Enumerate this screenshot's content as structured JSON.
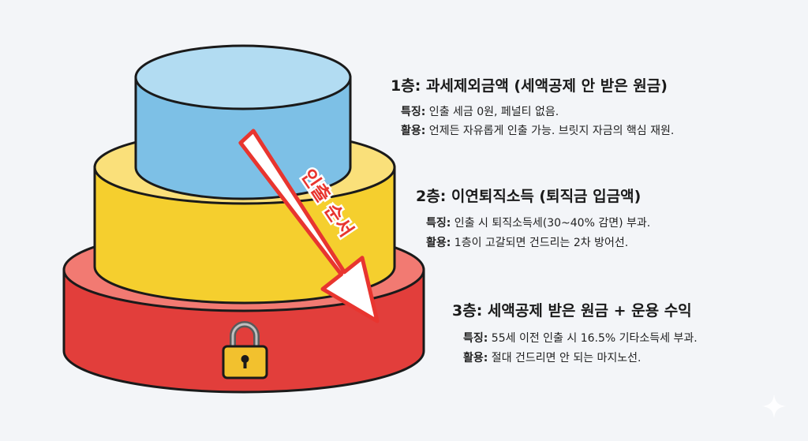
{
  "arrow_label": "인출 순서",
  "tiers": [
    {
      "title": "1층: 과세제외금액 (세액공제 안 받은 원금)",
      "feature_key": "특징:",
      "feature_text": " 인출 세금 0원, 페널티 없음.",
      "usage_key": "활용:",
      "usage_text": " 언제든 자유롭게 인출 가능. 브릿지 자금의 핵심 재원.",
      "color": "#a9d8ef"
    },
    {
      "title": "2층: 이연퇴직소득 (퇴직금 입금액)",
      "feature_key": "특징:",
      "feature_text": " 인출 시 퇴직소득세(30~40% 감면) 부과.",
      "usage_key": "활용:",
      "usage_text": " 1층이 고갈되면 건드리는 2차 방어선.",
      "color": "#f7d44a"
    },
    {
      "title": "3층: 세액공제 받은 원금 + 운용 수익",
      "feature_key": "특징:",
      "feature_text": " 55세 이전 인출 시 16.5% 기타소득세 부과.",
      "usage_key": "활용:",
      "usage_text": " 절대 건드리면 안 되는 마지노선.",
      "color": "#e84a45"
    }
  ],
  "icons": {
    "lock": "padlock-icon",
    "arrow": "withdrawal-order-arrow",
    "sparkle": "sparkle-icon"
  }
}
